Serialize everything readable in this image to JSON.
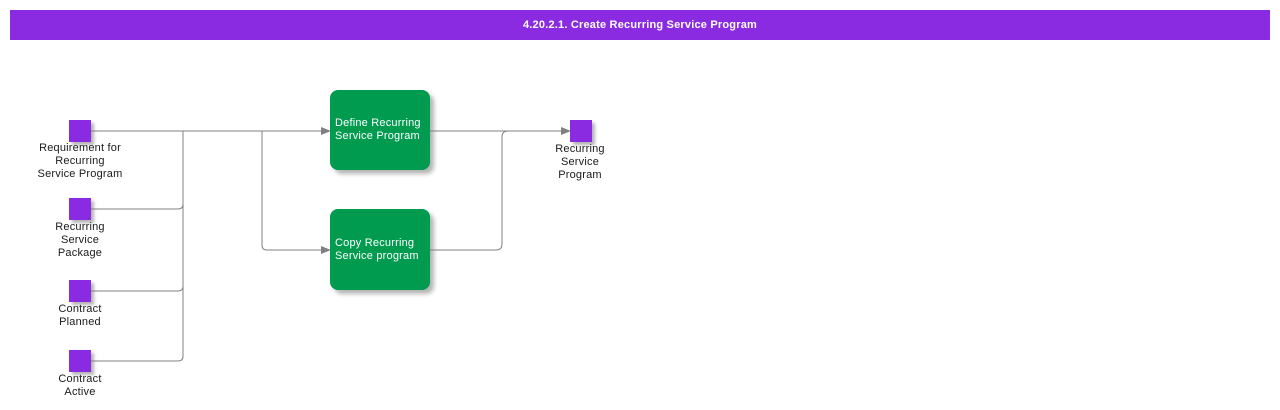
{
  "title": "4.20.2.1. Create Recurring Service Program",
  "colors": {
    "purple": "#8A2BE2",
    "green": "#009B4E",
    "line": "#808080",
    "title_text": "#FFFFFF",
    "label_text": "#1A1A1A"
  },
  "diagram": {
    "inputs": [
      {
        "label": "Requirement for\nRecurring\nService Program"
      },
      {
        "label": "Recurring\nService\nPackage"
      },
      {
        "label": "Contract\nPlanned"
      },
      {
        "label": "Contract\nActive"
      }
    ],
    "tasks": [
      {
        "label": "Define Recurring\nService Program"
      },
      {
        "label": "Copy Recurring\nService program"
      }
    ],
    "outputs": [
      {
        "label": "Recurring\nService\nProgram"
      }
    ]
  }
}
